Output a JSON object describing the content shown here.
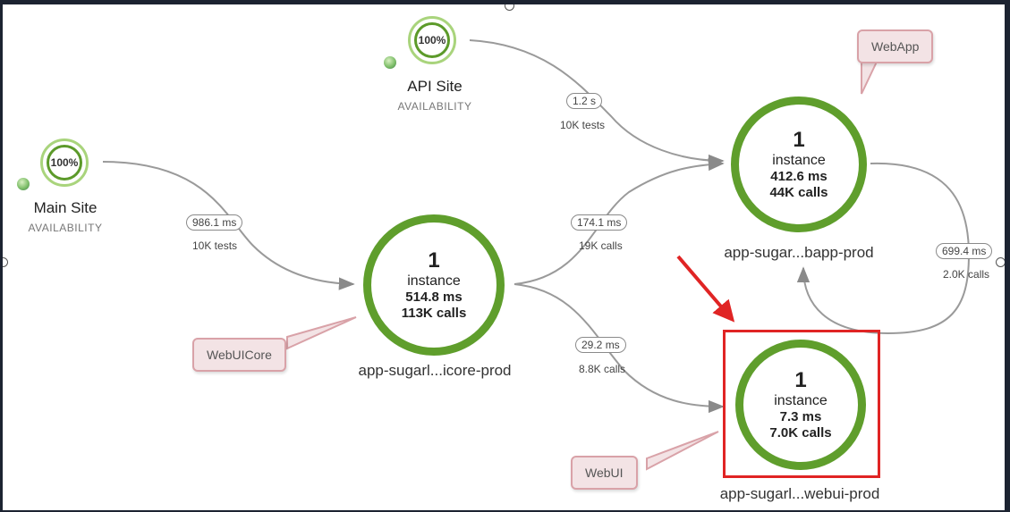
{
  "sites": [
    {
      "id": "main",
      "percent": "100%",
      "name": "Main Site",
      "sub": "AVAILABILITY"
    },
    {
      "id": "api",
      "percent": "100%",
      "name": "API Site",
      "sub": "AVAILABILITY"
    }
  ],
  "nodes": {
    "webuicore": {
      "count": "1",
      "label": "instance",
      "duration": "514.8 ms",
      "calls": "113K calls",
      "name": "app-sugarl...icore-prod",
      "callout": "WebUICore"
    },
    "webapp": {
      "count": "1",
      "label": "instance",
      "duration": "412.6 ms",
      "calls": "44K calls",
      "name": "app-sugar...bapp-prod",
      "callout": "WebApp"
    },
    "webui": {
      "count": "1",
      "label": "instance",
      "duration": "7.3 ms",
      "calls": "7.0K calls",
      "name": "app-sugarl...webui-prod",
      "callout": "WebUI"
    }
  },
  "edges": {
    "main_to_core": {
      "time": "986.1 ms",
      "sub": "10K tests"
    },
    "api_to_webapp": {
      "time": "1.2 s",
      "sub": "10K tests"
    },
    "core_to_webapp": {
      "time": "174.1 ms",
      "sub": "19K calls"
    },
    "core_to_webui": {
      "time": "29.2 ms",
      "sub": "8.8K calls"
    },
    "webapp_to_webui": {
      "time": "699.4 ms",
      "sub": "2.0K calls"
    }
  },
  "colors": {
    "node_ring": "#5f9e2c",
    "highlight": "#e02424",
    "callout_fill": "#f3e3e5",
    "callout_border": "#d9a2a8",
    "edge": "#8a8a8a"
  }
}
